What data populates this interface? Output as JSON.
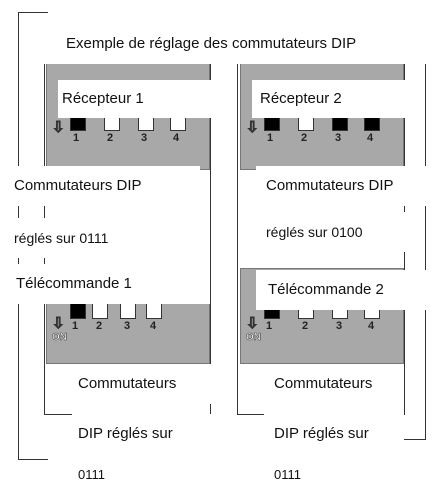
{
  "title": "Exemple de réglage des commutateurs DIP",
  "receiver1": {
    "label": "Récepteur 1",
    "caption_line1": "Commutateurs DIP",
    "caption_line2": "réglés sur 0111",
    "switches": [
      0,
      1,
      1,
      1
    ]
  },
  "receiver2": {
    "label": "Récepteur 2",
    "caption_line1": "Commutateurs DIP",
    "caption_line2": "réglés sur 0100",
    "switches": [
      0,
      1,
      0,
      0
    ]
  },
  "remote1": {
    "label": "Télécommande 1",
    "caption_line1": "Commutateurs",
    "caption_line2": "DIP réglés sur",
    "caption_line3": "0111",
    "switches": [
      0,
      1,
      1,
      1
    ]
  },
  "remote2": {
    "label": "Télécommande 2",
    "caption_line1": "Commutateurs",
    "caption_line2": "DIP réglés sur",
    "caption_line3": "0111",
    "switches": [
      0,
      1,
      1,
      1
    ]
  },
  "switch_numbers": [
    "1",
    "2",
    "3",
    "4"
  ],
  "on_label": "ON",
  "colors": {
    "panel": "#a8a8a8",
    "switch_on": "#000000",
    "switch_off": "#ffffff",
    "frame": "#333333"
  }
}
